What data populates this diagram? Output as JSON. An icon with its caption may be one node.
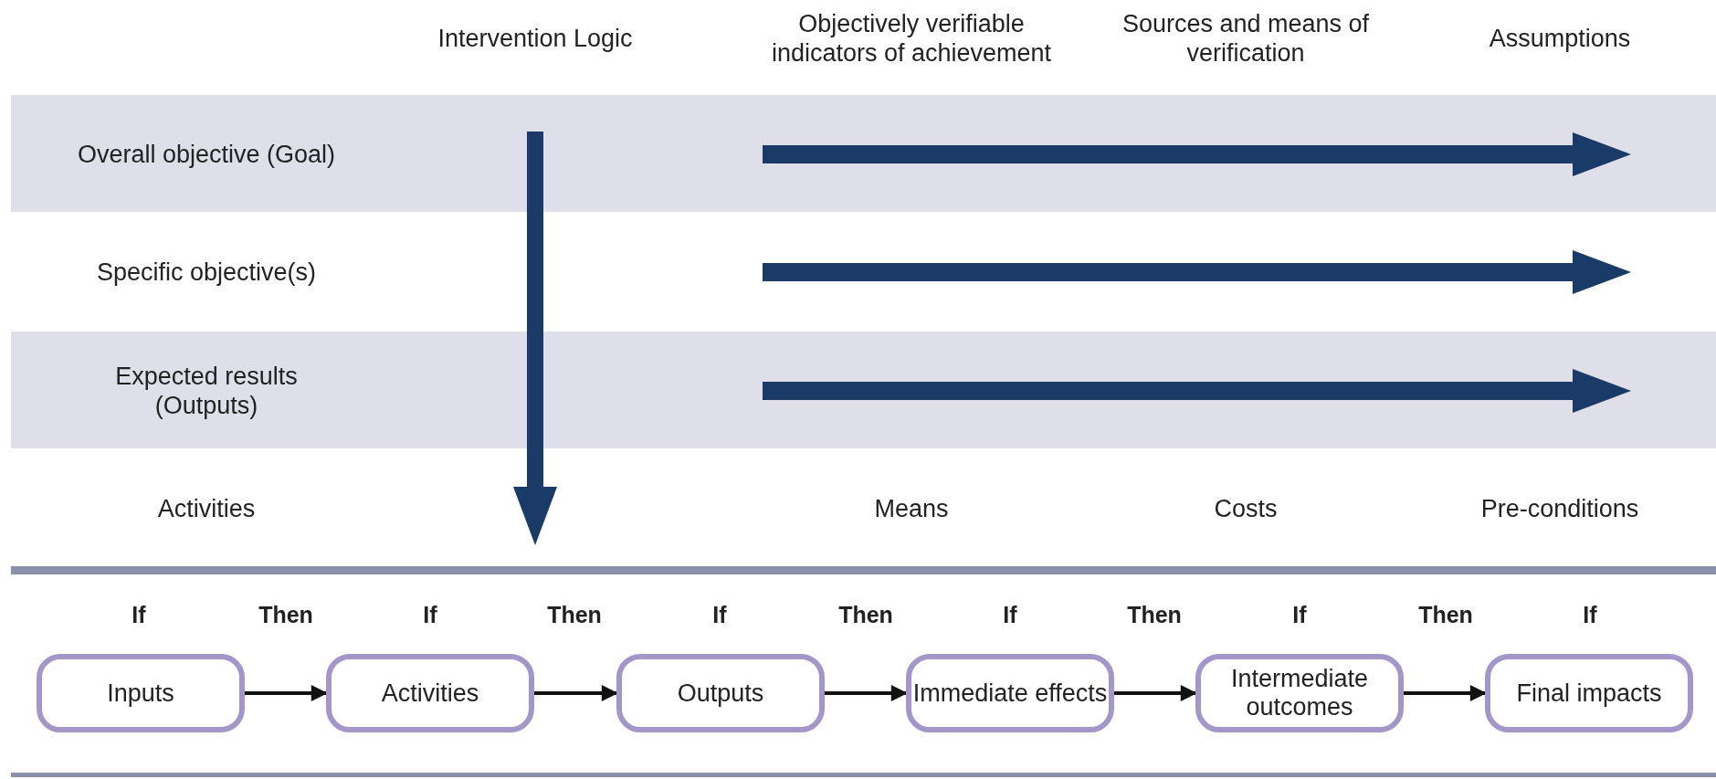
{
  "diagram": {
    "nodes": [
      {
        "text": [
          "Inputs"
        ]
      },
      {
        "text": [
          "Activities"
        ]
      },
      {
        "text": [
          "Outputs"
        ]
      },
      {
        "text": [
          "Immediate effects"
        ]
      },
      {
        "text": [
          "Intermediate outcomes"
        ]
      },
      {
        "text": [
          "Final impacts"
        ]
      }
    ],
    "edges": [
      {
        "from": 0,
        "to": 1,
        "arrow": "to"
      },
      {
        "from": 1,
        "to": 2,
        "arrow": "to"
      },
      {
        "from": 2,
        "to": 3,
        "arrow": "to"
      },
      {
        "from": 3,
        "to": 4,
        "arrow": "to"
      },
      {
        "from": 4,
        "to": 5,
        "arrow": "to"
      }
    ],
    "labels": [
      "Intervention Logic",
      "Objectively verifiable indicators of achievement",
      "Sources and means of verification",
      "Assumptions",
      "Overall objective (Goal)",
      "Specific objective(s)",
      "Expected results (Outputs)",
      "Activities",
      "Means",
      "Costs",
      "Pre-conditions",
      "If",
      "Then",
      "If",
      "Then",
      "If",
      "Then",
      "If",
      "Then",
      "If",
      "Then",
      "If"
    ]
  }
}
